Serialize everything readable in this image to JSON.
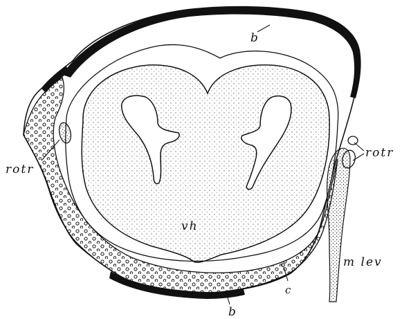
{
  "labels": {
    "b_top": "b",
    "b_bottom": "b",
    "rotr_left": "rotr",
    "rotr_right": "rotr",
    "vh": "vh",
    "c": "c",
    "m_lev": "m lev"
  },
  "colors": {
    "ink": "#111111",
    "paper": "#ffffff"
  }
}
